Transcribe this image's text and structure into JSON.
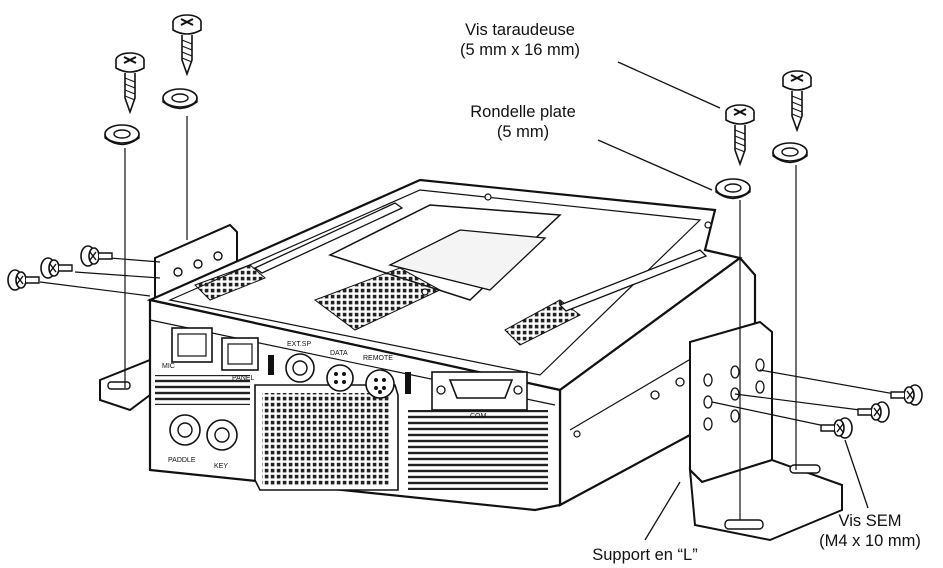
{
  "callouts": {
    "tapping_screw": {
      "line1": "Vis taraudeuse",
      "line2": "(5 mm x 16 mm)"
    },
    "flat_washer": {
      "line1": "Rondelle plate",
      "line2": "(5 mm)"
    },
    "sems_screw": {
      "line1": "Vis SEM",
      "line2": "(M4 x 10 mm)"
    },
    "l_bracket": {
      "line1": "Support en “L”"
    }
  },
  "panel_labels": {
    "mic": "MIC",
    "panel": "PANEL",
    "ext_sp": "EXT.SP",
    "data": "DATA",
    "remote": "REMOTE",
    "com": "COM",
    "paddle": "PADDLE",
    "key": "KEY"
  },
  "colors": {
    "line": "#111111",
    "body": "#ffffff",
    "shade": "#e9e9e9"
  }
}
